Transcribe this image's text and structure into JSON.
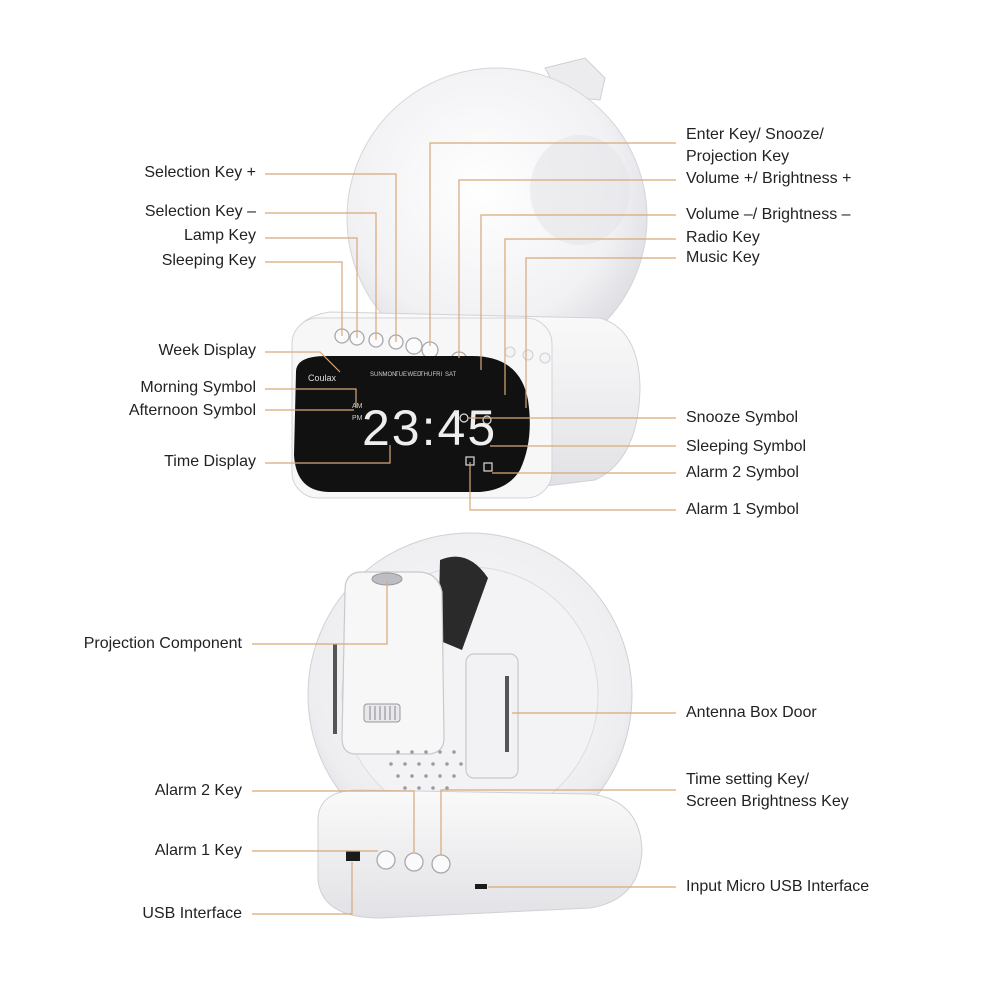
{
  "top_device": {
    "brand_logo": "Coulax",
    "display_time": "23:45",
    "weekdays": [
      "SUN",
      "MON",
      "TUE",
      "WED",
      "THU",
      "FRI",
      "SAT"
    ],
    "am_indicator": "AM",
    "pm_indicator": "PM"
  },
  "labels_left_top": {
    "selection_plus": "Selection Key +",
    "selection_minus": "Selection Key –",
    "lamp": "Lamp Key",
    "sleeping": "Sleeping Key",
    "week_display": "Week Display",
    "morning_symbol": "Morning Symbol",
    "afternoon_symbol": "Afternoon Symbol",
    "time_display": "Time Display"
  },
  "labels_right_top": {
    "enter_line1": "Enter Key/ Snooze/",
    "enter_line2": "Projection Key",
    "volume_plus": "Volume +/ Brightness +",
    "volume_minus": "Volume –/ Brightness –",
    "radio": "Radio Key",
    "music": "Music Key",
    "snooze_symbol": "Snooze Symbol",
    "sleeping_symbol": "Sleeping Symbol",
    "alarm2_symbol": "Alarm 2 Symbol",
    "alarm1_symbol": "Alarm 1 Symbol"
  },
  "labels_left_bottom": {
    "projection_component": "Projection Component",
    "alarm2_key": "Alarm 2 Key",
    "alarm1_key": "Alarm 1 Key",
    "usb_interface": "USB Interface"
  },
  "labels_right_bottom": {
    "antenna": "Antenna Box Door",
    "time_setting_line1": "Time setting Key/",
    "time_setting_line2": "Screen Brightness Key",
    "micro_usb": "Input Micro USB Interface"
  },
  "colors": {
    "leader": "#d8a878",
    "device": "#f4f4f6",
    "shade": "#dedee3",
    "screen": "#111111",
    "digits": "#eeeeee"
  }
}
